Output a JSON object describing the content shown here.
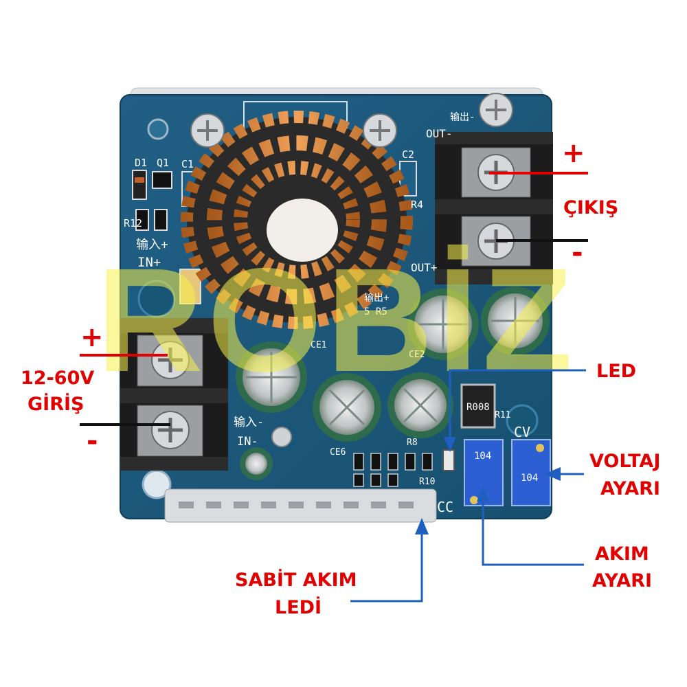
{
  "watermark": "ROBİZ",
  "labels": {
    "output_plus": "+",
    "output_title": "ÇIKIŞ",
    "output_minus": "-",
    "input_plus": "+",
    "input_title_line1": "12-60V",
    "input_title_line2": "GİRİŞ",
    "input_minus": "-",
    "led": "LED",
    "voltage_adj_line1": "VOLTAJ",
    "voltage_adj_line2": "AYARI",
    "current_adj_line1": "AKIM",
    "current_adj_line2": "AYARI",
    "cc_led_line1": "SABİT AKIM",
    "cc_led_line2": "LEDİ"
  },
  "silkscreen": {
    "d1": "D1",
    "q1": "Q1",
    "c1": "C1",
    "c2": "C2",
    "r12": "R12",
    "r4": "R4",
    "in_cn": "输入+",
    "in_plus": "IN+",
    "out_minus": "OUT-",
    "out_cn": "输出-",
    "out_plus": "OUT+",
    "out_cn2": "输出+",
    "ce1": "CE1",
    "ce2": "CE2",
    "ce6": "CE6",
    "r5": "5 R5",
    "r8": "R8",
    "r10": "R10",
    "r11": "R11",
    "in_minus_cn": "输入-",
    "in_minus": "IN-",
    "cv": "CV",
    "cc": "CC",
    "resistor": "R008",
    "pot1": "104",
    "pot2": "104"
  },
  "colors": {
    "label_red": "#e00000",
    "arrow_blue": "#1f5fbf",
    "pcb": "#1d5f86",
    "watermark": "#f5f04a"
  }
}
